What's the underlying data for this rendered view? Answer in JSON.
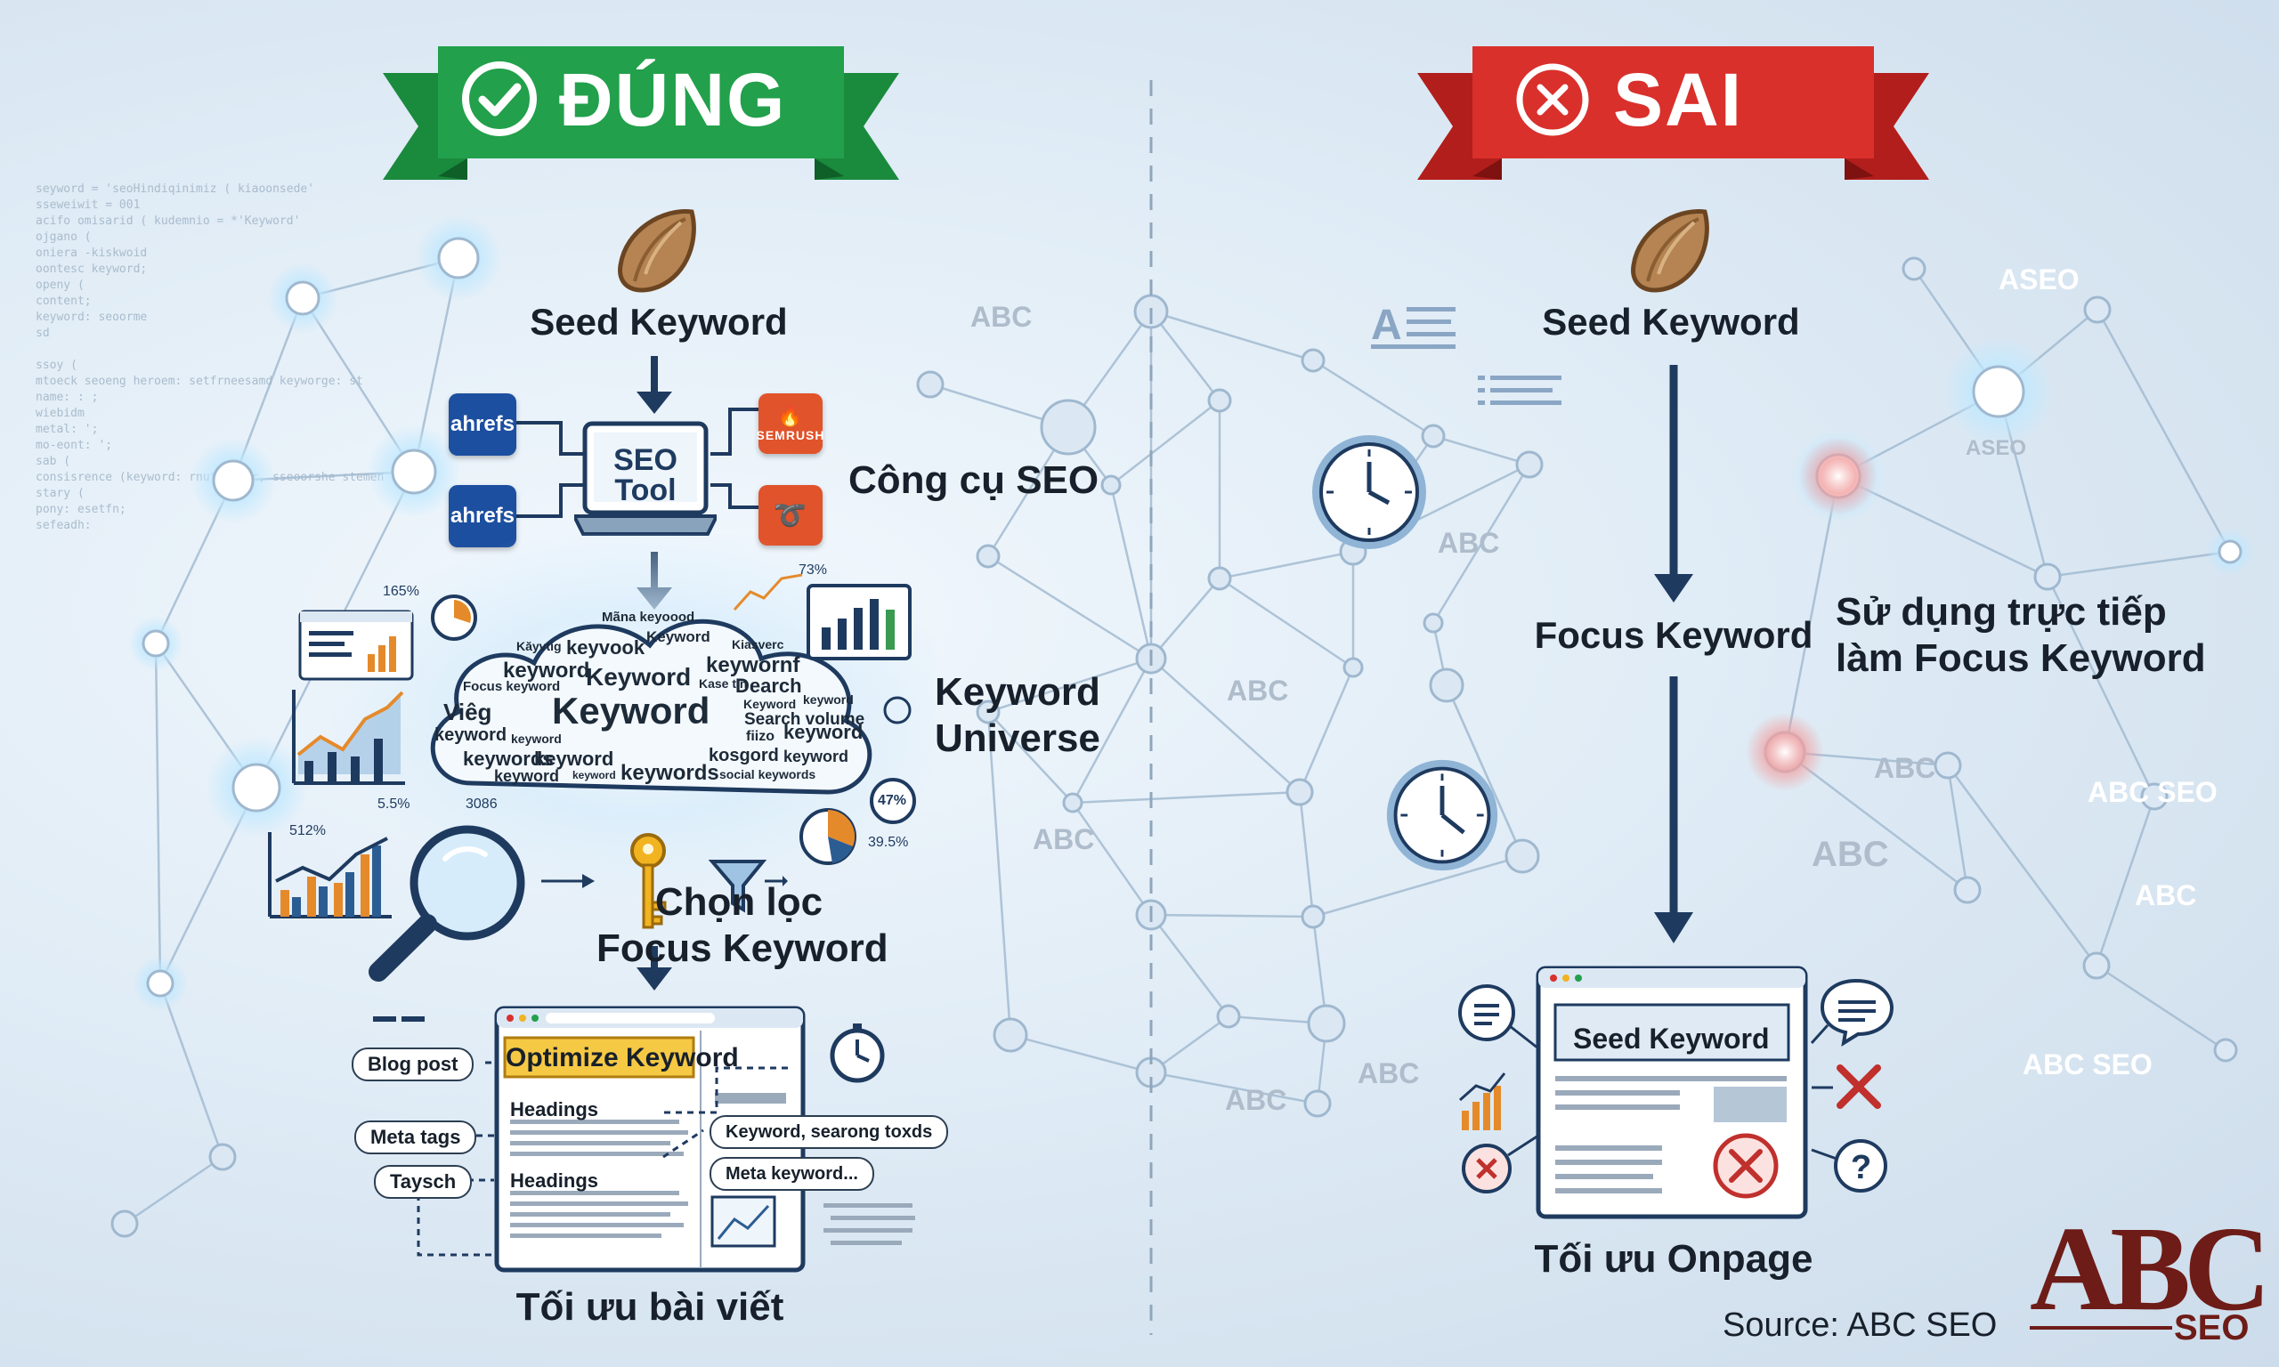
{
  "left_panel": {
    "banner_text": "ĐÚNG",
    "seed_label": "Seed Keyword",
    "tool_logos": [
      "ahrefs",
      "SEMRUSH",
      "ahrefs"
    ],
    "seo_tool_line1": "SEO",
    "seo_tool_line2": "Tool",
    "seo_tools_label": "Công cụ SEO",
    "universe_label_line1": "Keyword",
    "universe_label_line2": "Universe",
    "cloud_words": [
      "Mãna keyoood",
      "Kăyvtig",
      "keyvook",
      "Keyword",
      "Kiasverc",
      "keyword",
      "Keyword",
      "keywornf",
      "Focus keyword",
      "Kase tin",
      "Dearch",
      "Viêg",
      "Keyword",
      "Keyword",
      "keyword",
      "Search volume",
      "keyword",
      "keyword",
      "fiizo",
      "keyword",
      "keywords",
      "keyword",
      "kosgord",
      "keyword",
      "keyword",
      "keywords",
      "social keywords",
      "keyword"
    ],
    "stats": [
      "165%",
      "73%",
      "5.5%",
      "512%",
      "3086",
      "47%",
      "39.5%"
    ],
    "filter_label_line1": "Chọn lọc",
    "filter_label_line2": "Focus Keyword",
    "optimize_header": "Optimize Keyword",
    "headings": [
      "Headings",
      "Headings"
    ],
    "side_pills": [
      "Blog post",
      "Meta tags",
      "Taysch"
    ],
    "right_pills": [
      "Keyword, searong toxds",
      "Meta keyword..."
    ],
    "optimize_label": "Tối ưu bài viết"
  },
  "right_panel": {
    "banner_text": "SAI",
    "seed_label": "Seed Keyword",
    "focus_label": "Focus Keyword",
    "direct_use_line1": "Sử dụng trực tiếp",
    "direct_use_line2": "làm Focus Keyword",
    "page_header": "Seed Keyword",
    "onpage_label": "Tối ưu Onpage"
  },
  "network_watermarks": [
    "ABC",
    "ABC",
    "ABC",
    "ABC",
    "ABC",
    "ABC",
    "ASEO",
    "ASEO",
    "ABC",
    "ABC SEO",
    "ABC",
    "ABC",
    "ABC SEO"
  ],
  "footer": {
    "source": "Source: ABC SEO",
    "logo_main": "ABC",
    "logo_sub": "SEO"
  },
  "colors": {
    "correct_green": "#22a04b",
    "wrong_red": "#d9302c",
    "arrow_navy": "#1e3a5f",
    "logo_maroon": "#6e1c18"
  },
  "code_lines": [
    "seyword = 'seoHindiqinimiz ( kiaoonsede'",
    "sseweiwit = 001",
    "acifo omisarid ( kudemnio = *'Keyword'",
    "ojgano (",
    "oniera -kiskwoid",
    "oontesc keyword;",
    "openy (",
    "content;",
    "keyword: seoorme",
    "sd",
    "",
    "ssoy (",
    "mtoeck seoeng heroem: setfrneesamd keyworge: st",
    "name: : ;",
    "wiebidm",
    "metal: ';",
    "mo-eont: ';",
    "sab (",
    "consisrence (keyword: rnutcsetfr, sseoorshe stemen",
    "stary (",
    "pony: esetfn;",
    "sefeadh:"
  ]
}
